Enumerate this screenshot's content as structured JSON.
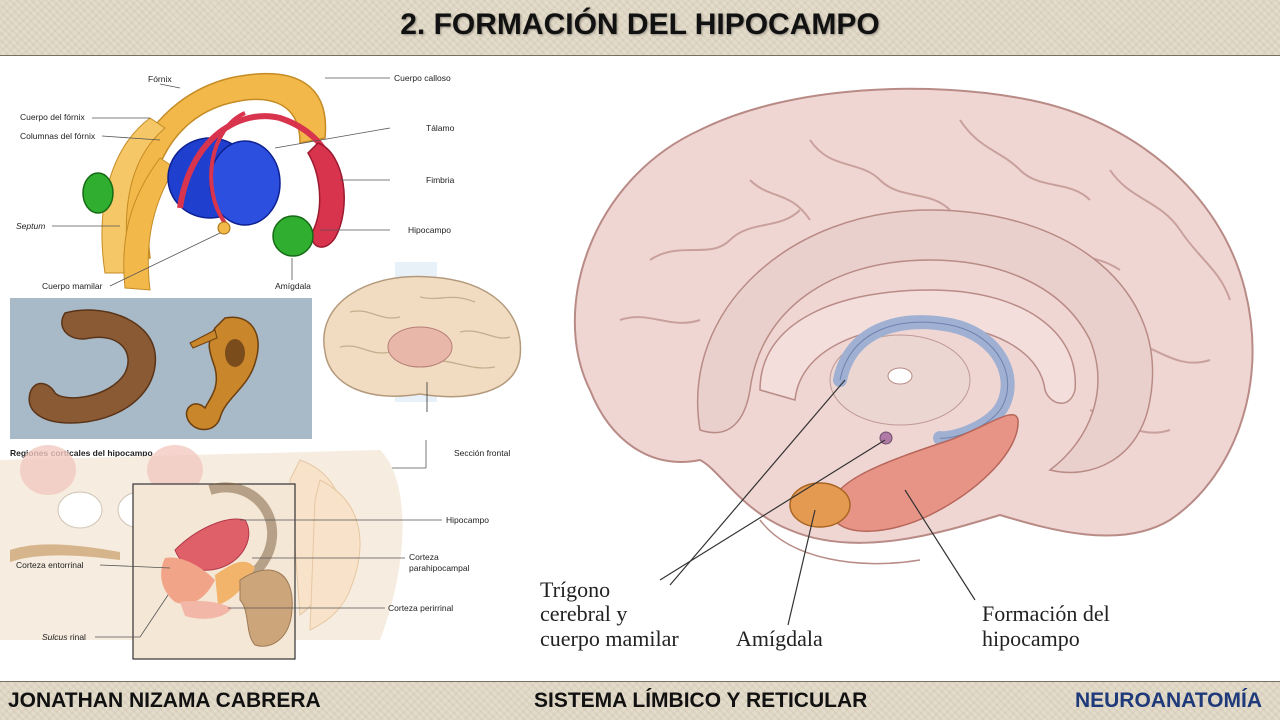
{
  "header": {
    "title": "2. FORMACIÓN DEL HIPOCAMPO"
  },
  "footer": {
    "author": "JONATHAN NIZAMA CABRERA",
    "course_topic": "SISTEMA LÍMBICO Y RETICULAR",
    "subject": "NEUROANATOMÍA"
  },
  "limbic_diagram": {
    "labels": {
      "fornix": "Fórnix",
      "corpus_callosum": "Cuerpo calloso",
      "fornix_body": "Cuerpo del fórnix",
      "fornix_columns": "Columnas del fórnix",
      "thalamus": "Tálamo",
      "fimbria": "Fimbria",
      "septum": "Septum",
      "hippocampus": "Hipocampo",
      "mammillary_body": "Cuerpo mamilar",
      "amygdala": "Amígdala"
    }
  },
  "coronal_section": {
    "title": "Regiones corticales del hipocampo",
    "labels": {
      "frontal_section": "Sección frontal",
      "hippocampus": "Hipocampo",
      "parahippocampal_cortex_line1": "Corteza",
      "parahippocampal_cortex_line2": "parahipocampal",
      "entorhinal_cortex": "Corteza entorrinal",
      "perirhinal_cortex": "Corteza perirrinal",
      "rhinal_sulcus_italic": "Sulcus",
      "rhinal_sulcus_rest": " rinal"
    }
  },
  "sagittal_brain": {
    "labels": {
      "trigone_line1": "Trígono",
      "trigone_line2": "cerebral y",
      "trigone_line3": "cuerpo mamilar",
      "amygdala": "Amígdala",
      "hippocampal_formation_line1": "Formación del",
      "hippocampal_formation_line2": "hipocampo"
    }
  },
  "colors": {
    "bar_background": "#e4dccb",
    "subject_text": "#1f3a7a",
    "fornix_yellow": "#f2b84a",
    "thalamus_blue": "#1f3fcf",
    "hippocampus_red": "#d8344e",
    "amygdala_green": "#2fae2f",
    "brain_pink": "#f0d6d3",
    "fornix_blue_grey": "#9fb0d2",
    "hippocampus_salmon": "#e79486",
    "amygdala_orange": "#e59a52"
  }
}
